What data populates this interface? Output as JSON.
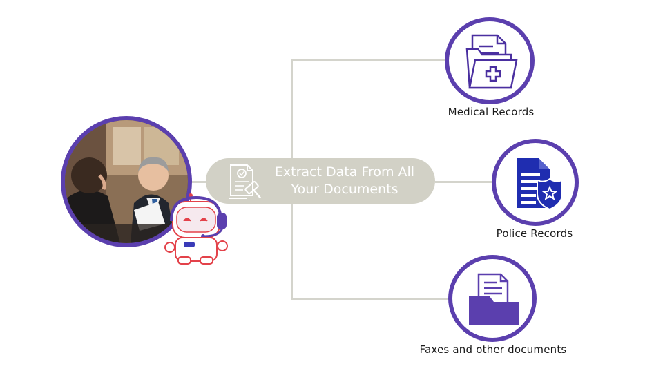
{
  "center": {
    "title_line1": "Extract Data From All",
    "title_line2": "Your Documents",
    "icon": "legal-document-gavel-icon"
  },
  "branches": [
    {
      "label": "Medical Records",
      "icon": "medical-folder-icon"
    },
    {
      "label": "Police Records",
      "icon": "police-badge-document-icon"
    },
    {
      "label": "Faxes and other documents",
      "icon": "document-folder-icon"
    }
  ],
  "left_visual": {
    "photo": "business-meeting-photo",
    "mascot": "robot-headset-mascot"
  },
  "colors": {
    "accent_purple": "#5b3fae",
    "connector": "#d4d4cc",
    "pill_bg": "#d2d1c6",
    "police_blue": "#1f2db0"
  }
}
